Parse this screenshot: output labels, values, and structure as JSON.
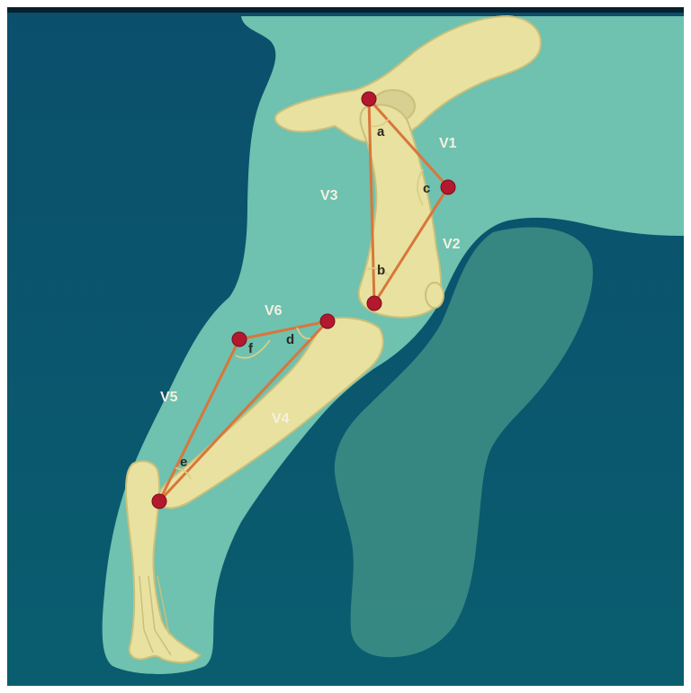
{
  "colors": {
    "background_top": "#0b4f6c",
    "background_bottom": "#0a5d6f",
    "body_silhouette": "#6fc1b0",
    "far_leg": "#3e8f86",
    "bone": "#e8e1a0",
    "bone_shadow": "#c9c07a",
    "marker": "#b3182e",
    "vector_line": "#d9763a",
    "angle_arc": "#d9cf86"
  },
  "vectors": [
    {
      "id": "V1",
      "label": "V1"
    },
    {
      "id": "V2",
      "label": "V2"
    },
    {
      "id": "V3",
      "label": "V3"
    },
    {
      "id": "V4",
      "label": "V4"
    },
    {
      "id": "V5",
      "label": "V5"
    },
    {
      "id": "V6",
      "label": "V6"
    }
  ],
  "angles": [
    {
      "id": "a",
      "label": "a"
    },
    {
      "id": "b",
      "label": "b"
    },
    {
      "id": "c",
      "label": "c"
    },
    {
      "id": "d",
      "label": "d"
    },
    {
      "id": "e",
      "label": "e"
    },
    {
      "id": "f",
      "label": "f"
    }
  ],
  "markers": [
    "hip",
    "thigh-mid",
    "knee",
    "tibia-top",
    "hock-front",
    "ankle"
  ]
}
